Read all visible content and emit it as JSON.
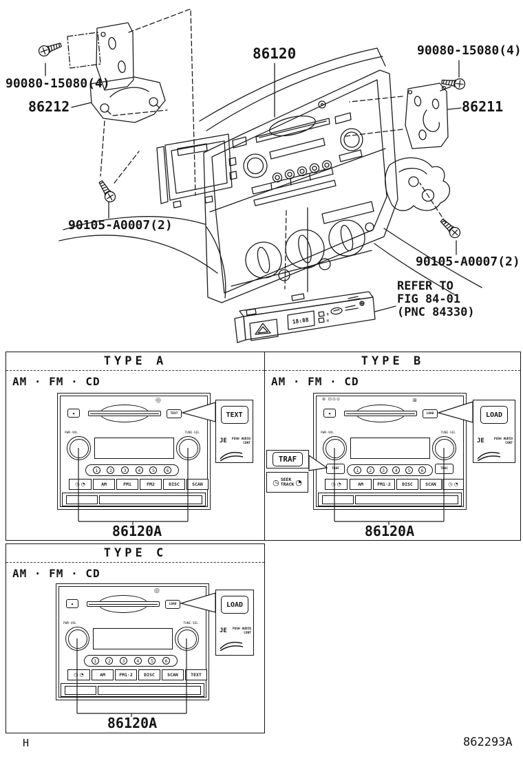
{
  "page": {
    "bg": "#ffffff",
    "ink": "#1a1a1a",
    "footer_left": "H",
    "footer_right": "862293A"
  },
  "diagram": {
    "part_main": "86120",
    "screw_top_right": "90080-15080(4)",
    "bracket_right": "86211",
    "screw_top_left": "90080-15080(4)",
    "bracket_left": "86212",
    "screw_left": "90105-A0007(2)",
    "screw_right": "90105-A0007(2)",
    "refer": [
      "REFER TO",
      "FIG 84-01",
      "(PNC 84330)"
    ],
    "switch_panel": {
      "clock": "18:88",
      "indicator_r": "R",
      "indicator_m": "M"
    }
  },
  "panels": [
    {
      "title": "TYPE A",
      "band": "AM · FM · CD",
      "part_label": "86120A",
      "radio": {
        "eject": "▲",
        "disc_icon": "◎",
        "slot_button": "TEXT",
        "knob_left": "PWR·VOL",
        "knob_right": "TUNE·SEL",
        "presets": [
          "1",
          "2",
          "3",
          "4",
          "5",
          "6"
        ],
        "clock_icons": "◷ ◔",
        "buttons": [
          "AM",
          "FM1",
          "FM2",
          "DISC",
          "SCAN"
        ]
      },
      "callout": {
        "button": "TEXT",
        "glyph": "JE",
        "note1": "PUSH AUDIO",
        "note2": "CONT"
      }
    },
    {
      "title": "TYPE B",
      "band": "AM · FM · CD",
      "part_label": "86120A",
      "radio": {
        "eject": "▲",
        "changer_icons": "⊛ ⊡⊙⊙",
        "deck_icon": "⊞",
        "slot_button": "LOAD",
        "knob_left": "PWR·VOL",
        "knob_right": "TUNE·SEL",
        "preset_left": "TRAF",
        "preset_right": "TRAC",
        "presets": [
          "1",
          "2",
          "3",
          "4",
          "5",
          "6"
        ],
        "clock_icons": "◷ ◔",
        "clock_icons_right": "◷ ◔",
        "buttons": [
          "AM",
          "FM1·2",
          "DISC",
          "SCAN"
        ]
      },
      "callout": {
        "button": "LOAD",
        "glyph": "JE",
        "note1": "PUSH AUDIO",
        "note2": "CONT"
      },
      "callout_left": {
        "button": "TRAF",
        "icon_left": "◷",
        "line1": "SEEK",
        "line2": "TRACK",
        "icon_right": "◔"
      }
    },
    {
      "title": "TYPE C",
      "band": "AM · FM · CD",
      "part_label": "86120A",
      "radio": {
        "eject": "▲",
        "disc_icon": "◎",
        "slot_button": "LOAD",
        "knob_left": "PWR·VOL",
        "knob_right": "TUNE·SEL",
        "presets": [
          "1",
          "2",
          "3",
          "4",
          "5",
          "6"
        ],
        "clock_icons": "◷ ◔",
        "buttons": [
          "AM",
          "FM1·2",
          "DISC",
          "SCAN",
          "TEXT"
        ]
      },
      "callout": {
        "button": "LOAD",
        "glyph": "JE",
        "note1": "PUSH AUDIO",
        "note2": "CONT"
      }
    }
  ]
}
